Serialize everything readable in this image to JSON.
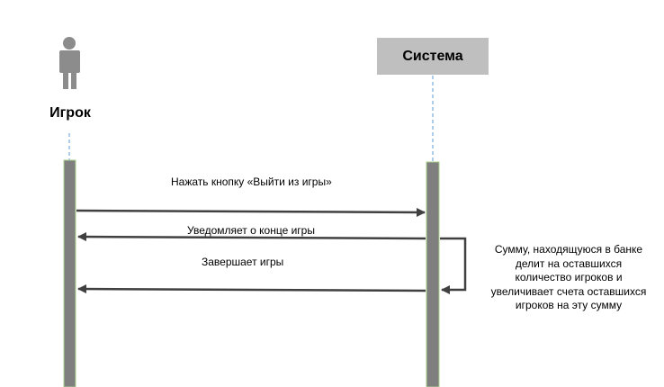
{
  "actor": {
    "name": "Игрок"
  },
  "system": {
    "name": "Система"
  },
  "messages": [
    {
      "label": "Нажать кнопку «Выйти из игры»",
      "from": "actor",
      "to": "system"
    },
    {
      "label": "Уведомляет о конце игры",
      "from": "system",
      "to": "actor"
    },
    {
      "label": "Завершает игры",
      "from": "system",
      "to": "actor"
    }
  ],
  "self_message": {
    "lines": [
      "Сумму, находящуюся в банке",
      "делит на оставшихся",
      "количество игроков и",
      "увеличивает счета оставшихся",
      "игроков на эту сумму"
    ]
  },
  "colors": {
    "actor_icon": "#8c8c8c",
    "system_box": "#bfbfbf",
    "lifeline_dash": "#5b9bd5",
    "activation_fill": "#7f7f7f",
    "activation_border": "#a9d18e",
    "arrow": "#404040"
  }
}
